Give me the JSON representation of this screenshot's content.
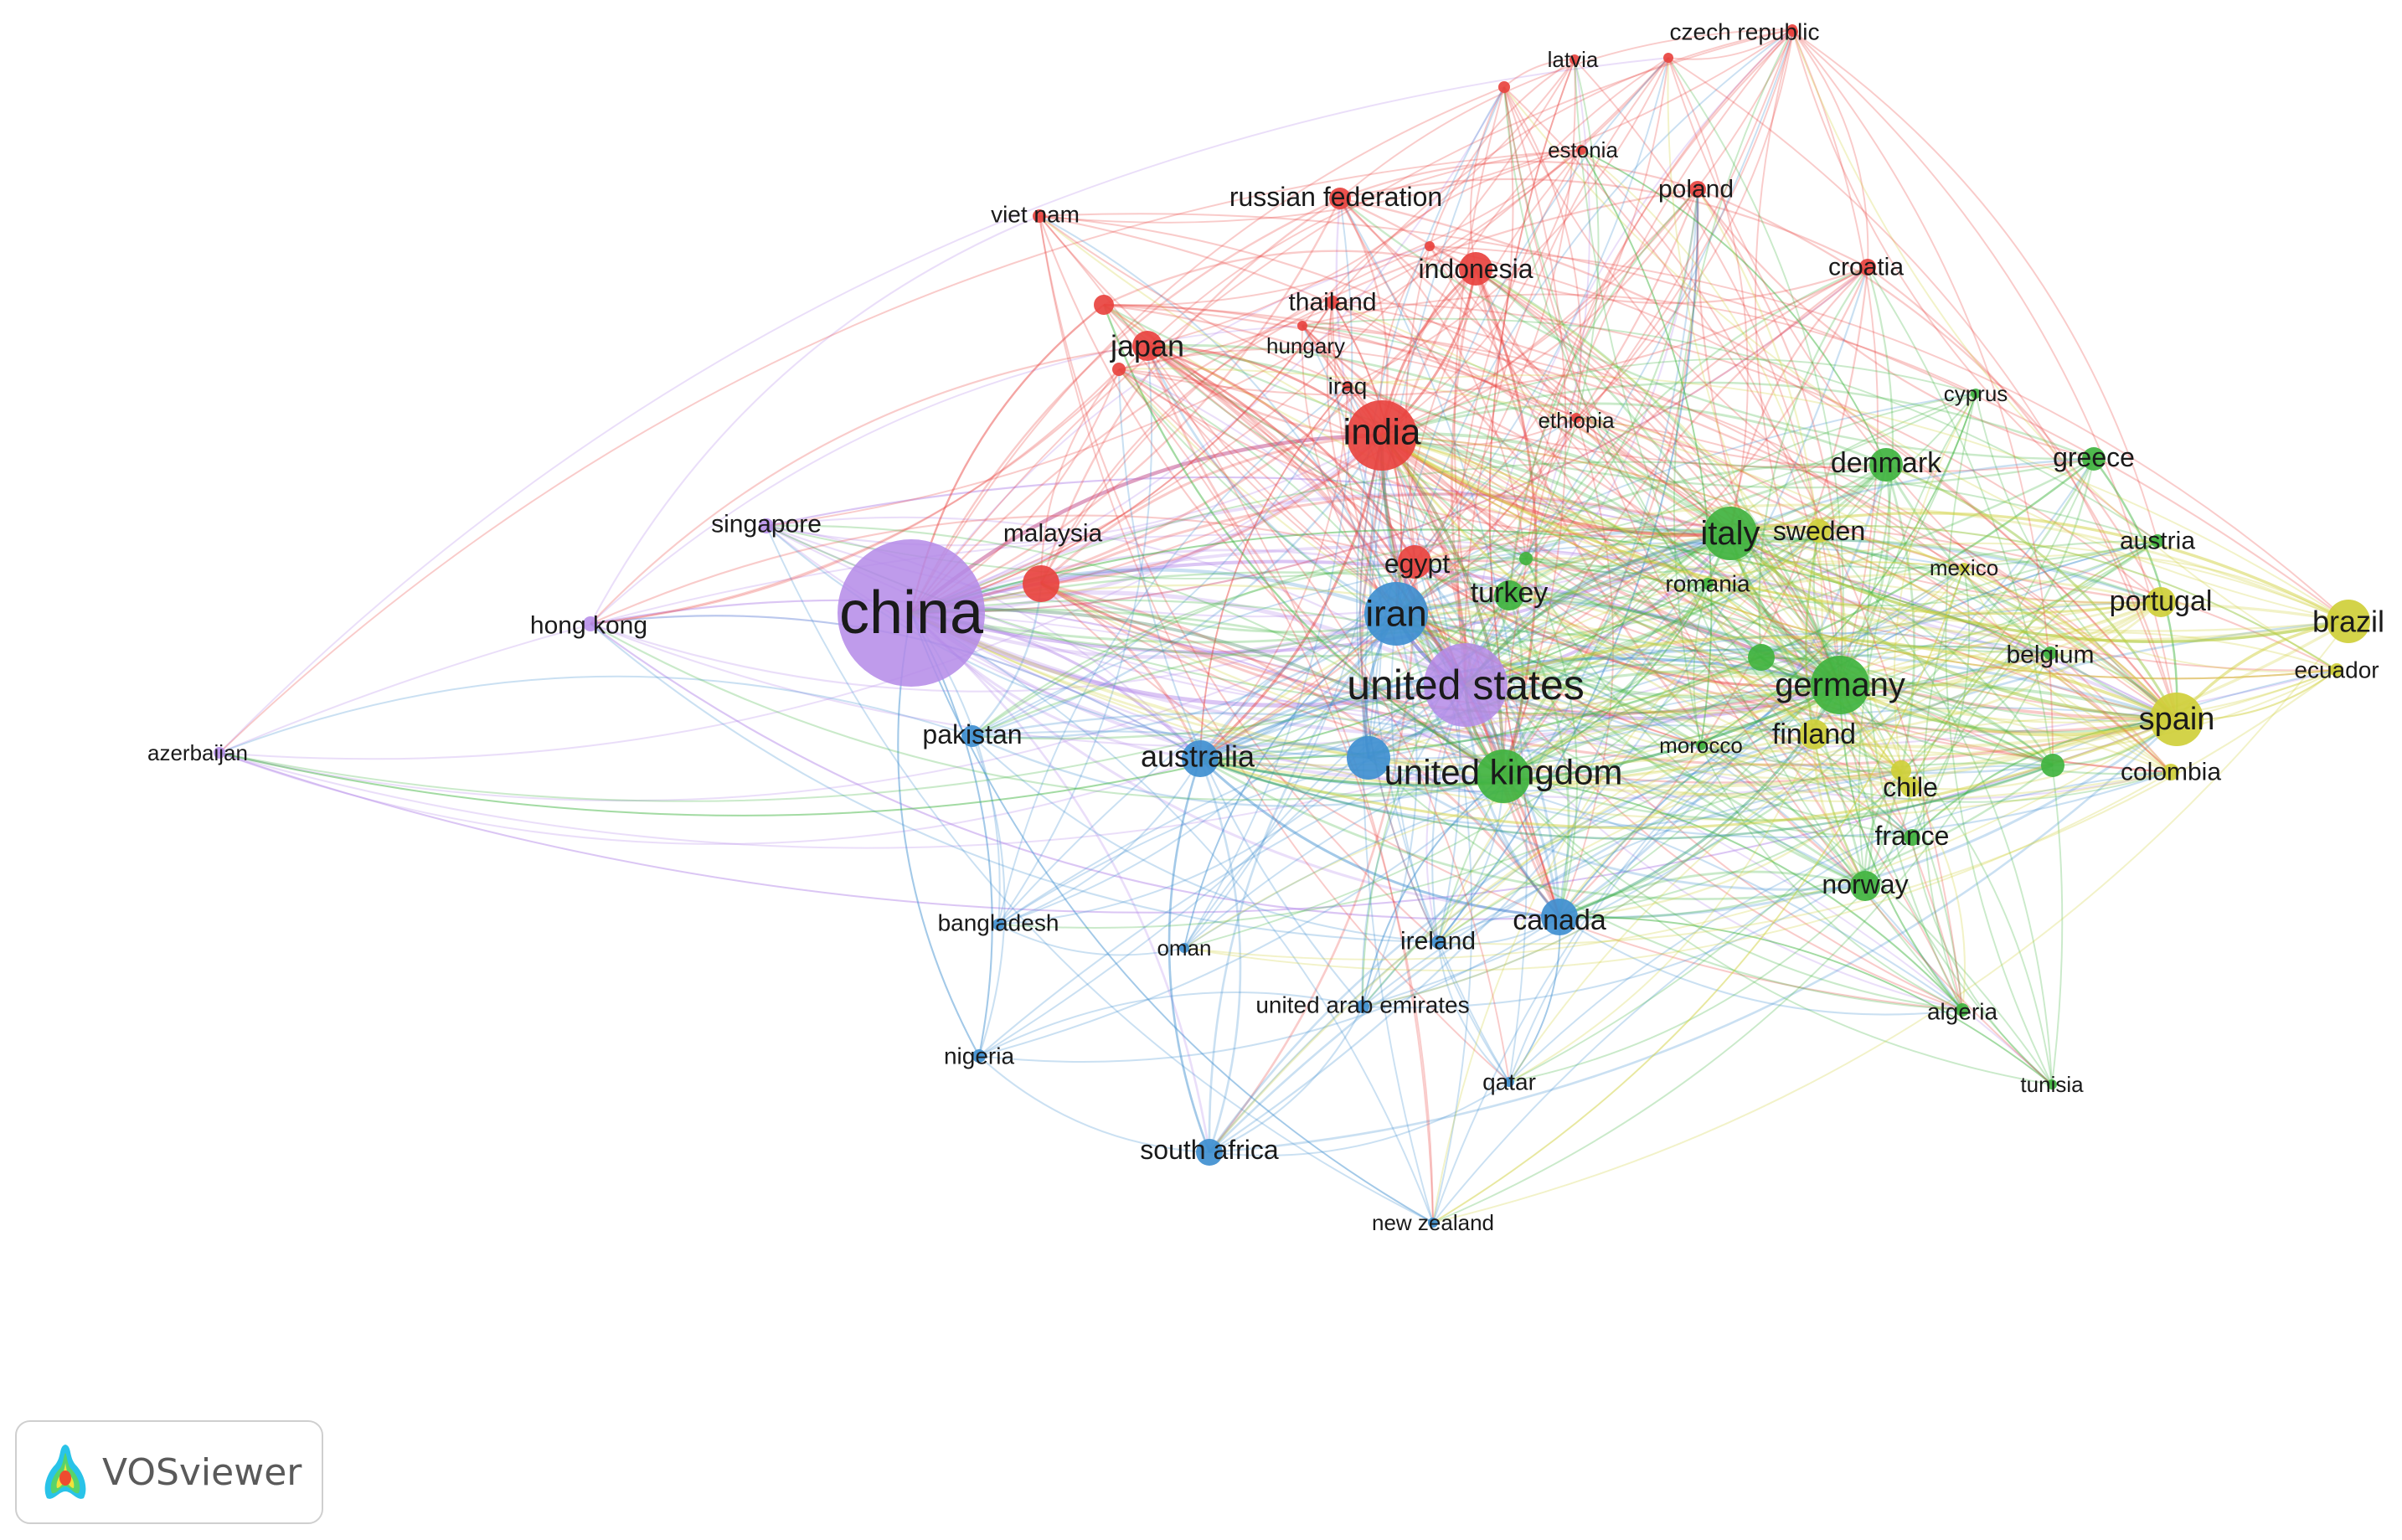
{
  "colors": {
    "red": "#e8433f",
    "green": "#40b33f",
    "blue": "#3f8fd0",
    "yellow": "#cfcf3a",
    "purple": "#b48ae8"
  },
  "nodes": [
    {
      "id": "china",
      "label": "china",
      "cluster": "purple"
    },
    {
      "id": "united_states",
      "label": "united states",
      "cluster": "purple"
    },
    {
      "id": "singapore",
      "label": "singapore",
      "cluster": "purple"
    },
    {
      "id": "hong_kong",
      "label": "hong kong",
      "cluster": "purple"
    },
    {
      "id": "azerbaijan",
      "label": "azerbaijan",
      "cluster": "purple"
    },
    {
      "id": "india",
      "label": "india",
      "cluster": "red"
    },
    {
      "id": "malaysia",
      "label": "malaysia",
      "cluster": "red"
    },
    {
      "id": "japan",
      "label": "japan",
      "cluster": "red"
    },
    {
      "id": "viet_nam",
      "label": "viet nam",
      "cluster": "red"
    },
    {
      "id": "russian_federation",
      "label": "russian federation",
      "cluster": "red"
    },
    {
      "id": "thailand",
      "label": "thailand",
      "cluster": "red"
    },
    {
      "id": "hungary",
      "label": "hungary",
      "cluster": "red"
    },
    {
      "id": "iraq",
      "label": "iraq",
      "cluster": "red"
    },
    {
      "id": "indonesia",
      "label": "indonesia",
      "cluster": "red"
    },
    {
      "id": "egypt",
      "label": "egypt",
      "cluster": "red"
    },
    {
      "id": "ethiopia",
      "label": "ethiopia",
      "cluster": "red"
    },
    {
      "id": "latvia",
      "label": "latvia",
      "cluster": "red"
    },
    {
      "id": "czech_republic",
      "label": "czech republic",
      "cluster": "red"
    },
    {
      "id": "estonia",
      "label": "estonia",
      "cluster": "red"
    },
    {
      "id": "poland",
      "label": "poland",
      "cluster": "red"
    },
    {
      "id": "croatia",
      "label": "croatia",
      "cluster": "red"
    },
    {
      "id": "iran",
      "label": "iran",
      "cluster": "blue"
    },
    {
      "id": "australia",
      "label": "australia",
      "cluster": "blue"
    },
    {
      "id": "pakistan",
      "label": "pakistan",
      "cluster": "blue"
    },
    {
      "id": "canada",
      "label": "canada",
      "cluster": "blue"
    },
    {
      "id": "bangladesh",
      "label": "bangladesh",
      "cluster": "blue"
    },
    {
      "id": "oman",
      "label": "oman",
      "cluster": "blue"
    },
    {
      "id": "ireland",
      "label": "ireland",
      "cluster": "blue"
    },
    {
      "id": "united_arab_emirates",
      "label": "united arab emirates",
      "cluster": "blue"
    },
    {
      "id": "nigeria",
      "label": "nigeria",
      "cluster": "blue"
    },
    {
      "id": "qatar",
      "label": "qatar",
      "cluster": "blue"
    },
    {
      "id": "south_africa",
      "label": "south africa",
      "cluster": "blue"
    },
    {
      "id": "new_zealand",
      "label": "new zealand",
      "cluster": "blue"
    },
    {
      "id": "united_kingdom",
      "label": "united kingdom",
      "cluster": "green"
    },
    {
      "id": "turkey",
      "label": "turkey",
      "cluster": "green"
    },
    {
      "id": "italy",
      "label": "italy",
      "cluster": "green"
    },
    {
      "id": "germany",
      "label": "germany",
      "cluster": "green"
    },
    {
      "id": "denmark",
      "label": "denmark",
      "cluster": "green"
    },
    {
      "id": "greece",
      "label": "greece",
      "cluster": "green"
    },
    {
      "id": "cyprus",
      "label": "cyprus",
      "cluster": "green"
    },
    {
      "id": "austria",
      "label": "austria",
      "cluster": "green"
    },
    {
      "id": "romania",
      "label": "romania",
      "cluster": "green"
    },
    {
      "id": "belgium",
      "label": "belgium",
      "cluster": "green"
    },
    {
      "id": "norway",
      "label": "norway",
      "cluster": "green"
    },
    {
      "id": "france",
      "label": "france",
      "cluster": "green"
    },
    {
      "id": "algeria",
      "label": "algeria",
      "cluster": "green"
    },
    {
      "id": "tunisia",
      "label": "tunisia",
      "cluster": "green"
    },
    {
      "id": "morocco",
      "label": "morocco",
      "cluster": "green"
    },
    {
      "id": "sweden",
      "label": "sweden",
      "cluster": "yellow"
    },
    {
      "id": "mexico",
      "label": "mexico",
      "cluster": "yellow"
    },
    {
      "id": "portugal",
      "label": "portugal",
      "cluster": "yellow"
    },
    {
      "id": "brazil",
      "label": "brazil",
      "cluster": "yellow"
    },
    {
      "id": "ecuador",
      "label": "ecuador",
      "cluster": "yellow"
    },
    {
      "id": "spain",
      "label": "spain",
      "cluster": "yellow"
    },
    {
      "id": "colombia",
      "label": "colombia",
      "cluster": "yellow"
    },
    {
      "id": "finland",
      "label": "finland",
      "cluster": "yellow"
    },
    {
      "id": "chile",
      "label": "chile",
      "cluster": "yellow"
    }
  ],
  "badge": {
    "logo_icon": "vosviewer-logo-icon",
    "label": "VOSviewer"
  }
}
